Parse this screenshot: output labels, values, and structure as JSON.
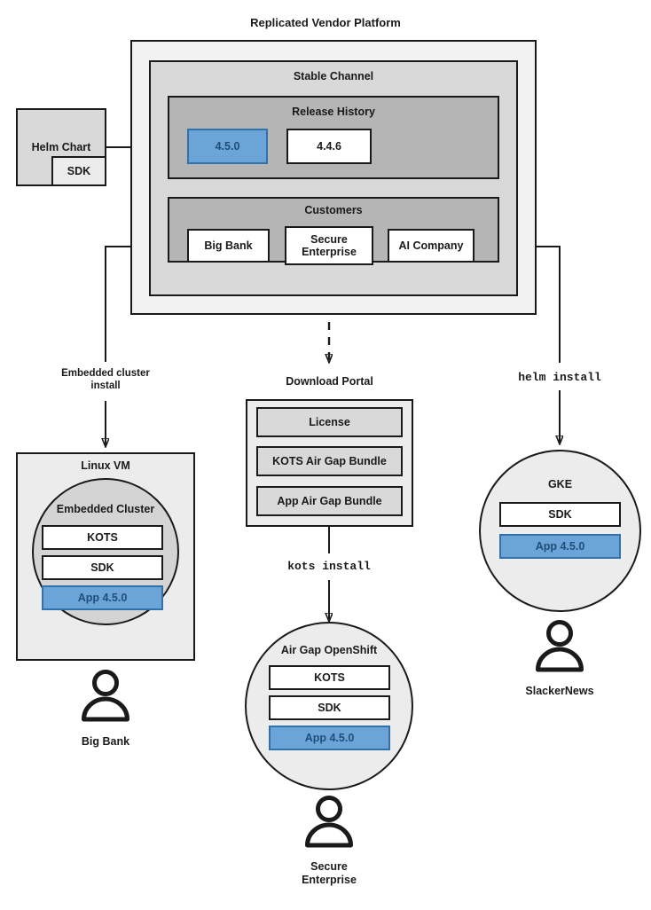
{
  "diagram": {
    "title": "Replicated Vendor Platform",
    "platform": {
      "channel_label": "Stable Channel",
      "release_history": {
        "label": "Release History",
        "releases": [
          {
            "version": "4.5.0",
            "highlighted": true
          },
          {
            "version": "4.4.6",
            "highlighted": false
          }
        ]
      },
      "customers": {
        "label": "Customers",
        "items": [
          "Big Bank",
          "Secure\nEnterprise",
          "AI Company"
        ]
      }
    },
    "helm_chart": {
      "label": "Helm Chart",
      "sdk_label": "SDK"
    },
    "edges": [
      {
        "label": "Embedded cluster\ninstall",
        "style": "solid"
      },
      {
        "label": "helm install",
        "style": "solid",
        "mono": true
      },
      {
        "label": "kots install",
        "style": "solid",
        "mono": true
      }
    ],
    "edge_labels": {
      "embedded_line1": "Embedded cluster",
      "embedded_line2": "install",
      "helm_install": "helm install",
      "kots_install": "kots install"
    },
    "linux_vm": {
      "title": "Linux VM",
      "cluster_title": "Embedded Cluster",
      "components": [
        {
          "label": "KOTS",
          "highlighted": false
        },
        {
          "label": "SDK",
          "highlighted": false
        },
        {
          "label": "App 4.5.0",
          "highlighted": true
        }
      ],
      "actor": "Big Bank"
    },
    "download_portal": {
      "title": "Download Portal",
      "items": [
        "License",
        "KOTS Air Gap Bundle",
        "App Air Gap Bundle"
      ]
    },
    "airgap_openshift": {
      "title": "Air Gap OpenShift",
      "components": [
        {
          "label": "KOTS",
          "highlighted": false
        },
        {
          "label": "SDK",
          "highlighted": false
        },
        {
          "label": "App 4.5.0",
          "highlighted": true
        }
      ],
      "actor_line1": "Secure",
      "actor_line2": "Enterprise"
    },
    "gke": {
      "title": "GKE",
      "components": [
        {
          "label": "SDK",
          "highlighted": false
        },
        {
          "label": "App 4.5.0",
          "highlighted": true
        }
      ],
      "actor": "SlackerNews"
    },
    "colors": {
      "accent_blue_fill": "#6BA5D7",
      "accent_blue_border": "#2F73AE",
      "accent_blue_text": "#1F4E79",
      "stroke": "#1a1a1a",
      "platform_fill": "#F2F2F2",
      "channel_fill": "#D9D9D9",
      "section_fill": "#B5B5B5",
      "surface_fill": "#ECECEC"
    }
  }
}
